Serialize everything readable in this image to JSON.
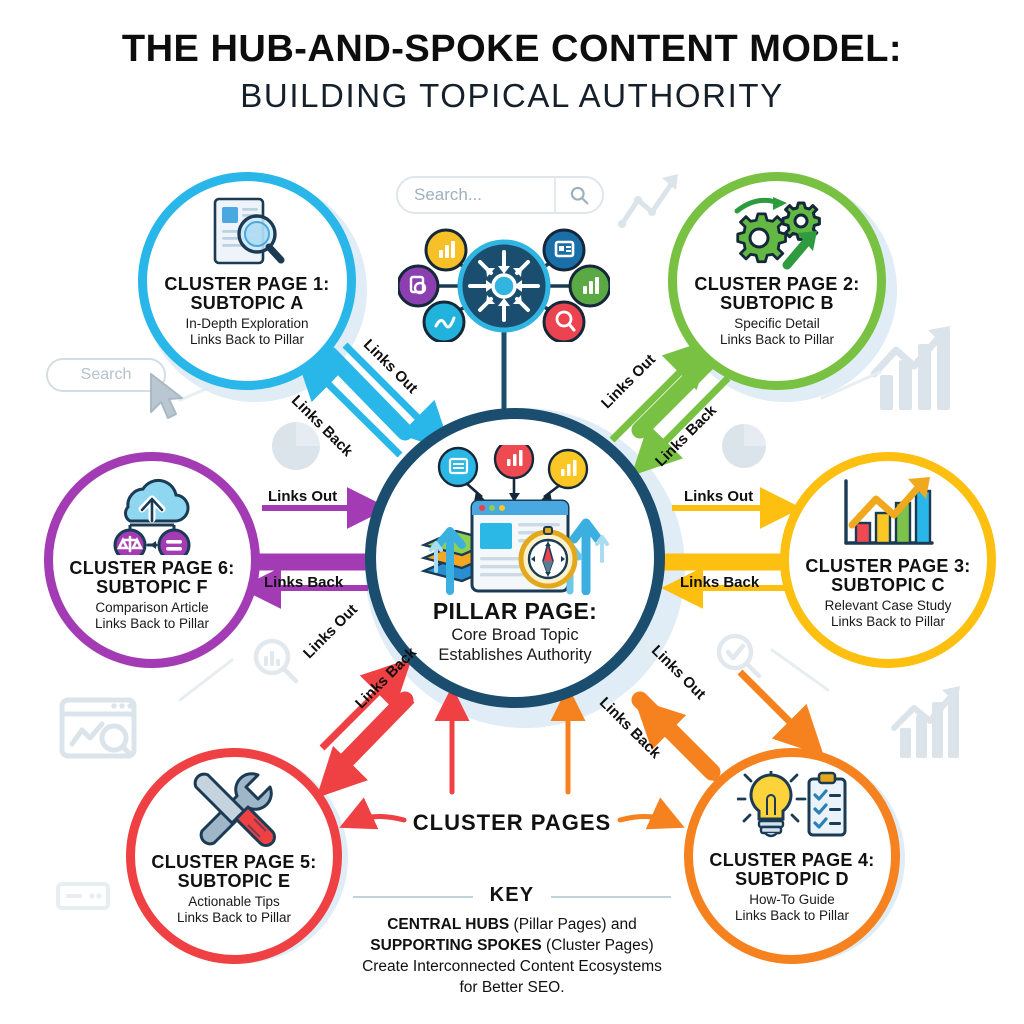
{
  "title": {
    "line1": "THE HUB-AND-SPOKE CONTENT MODEL:",
    "line2": "BUILDING TOPICAL AUTHORITY"
  },
  "hub": {
    "title": "PILLAR PAGE:",
    "sub1": "Core Broad Topic",
    "sub2": "Establishes Authority",
    "ring_color": "#1b4d6e"
  },
  "clusters": [
    {
      "id": "cluster-1",
      "title_line1": "CLUSTER PAGE 1:",
      "title_line2": "SUBTOPIC A",
      "sub1": "In-Depth Exploration",
      "sub2": "Links Back to Pillar",
      "color": "#29b6e8",
      "icon": "document-magnifier-icon"
    },
    {
      "id": "cluster-2",
      "title_line1": "CLUSTER PAGE 2:",
      "title_line2": "SUBTOPIC B",
      "sub1": "Specific Detail",
      "sub2": "Links Back to Pillar",
      "color": "#79c143",
      "icon": "gears-growth-icon"
    },
    {
      "id": "cluster-3",
      "title_line1": "CLUSTER PAGE 3:",
      "title_line2": "SUBTOPIC C",
      "sub1": "Relevant Case Study",
      "sub2": "Links Back to Pillar",
      "color": "#fdc010",
      "icon": "bar-chart-trend-icon"
    },
    {
      "id": "cluster-4",
      "title_line1": "CLUSTER PAGE 4:",
      "title_line2": "SUBTOPIC D",
      "sub1": "How-To Guide",
      "sub2": "Links Back to Pillar",
      "color": "#f5821f",
      "icon": "lightbulb-checklist-icon"
    },
    {
      "id": "cluster-5",
      "title_line1": "CLUSTER PAGE 5:",
      "title_line2": "SUBTOPIC E",
      "sub1": "Actionable Tips",
      "sub2": "Links Back to Pillar",
      "color": "#ef4044",
      "icon": "wrench-screwdriver-icon"
    },
    {
      "id": "cluster-6",
      "title_line1": "CLUSTER PAGE 6:",
      "title_line2": "SUBTOPIC F",
      "sub1": "Comparison Article",
      "sub2": "Links Back to Pillar",
      "color": "#a33bb5",
      "icon": "cloud-scales-icon"
    }
  ],
  "arrow_labels": {
    "links_out": "Links Out",
    "links_back": "Links Back"
  },
  "cluster_pages_label": "CLUSTER PAGES",
  "key": {
    "heading": "KEY",
    "bold1": "CENTRAL HUBS",
    "text1": " (Pillar Pages) and",
    "bold2": "SUPPORTING SPOKES",
    "text2": " (Cluster Pages)",
    "line3": "Create Interconnected Content Ecosystems",
    "line4": "for Better SEO."
  },
  "search": {
    "top_placeholder": "Search...",
    "ghost_placeholder": "Search"
  },
  "network_node": {
    "name": "hub-network-node",
    "satellites": [
      {
        "name": "satellite-chart-yellow",
        "color": "#f6c026"
      },
      {
        "name": "satellite-report-blue",
        "color": "#1b6fa8"
      },
      {
        "name": "satellite-chart-green",
        "color": "#5aa945"
      },
      {
        "name": "satellite-search-red",
        "color": "#ec4350"
      },
      {
        "name": "satellite-analytics-cyan",
        "color": "#22b3dd"
      },
      {
        "name": "satellite-doc-purple",
        "color": "#8b3fb0"
      }
    ]
  }
}
